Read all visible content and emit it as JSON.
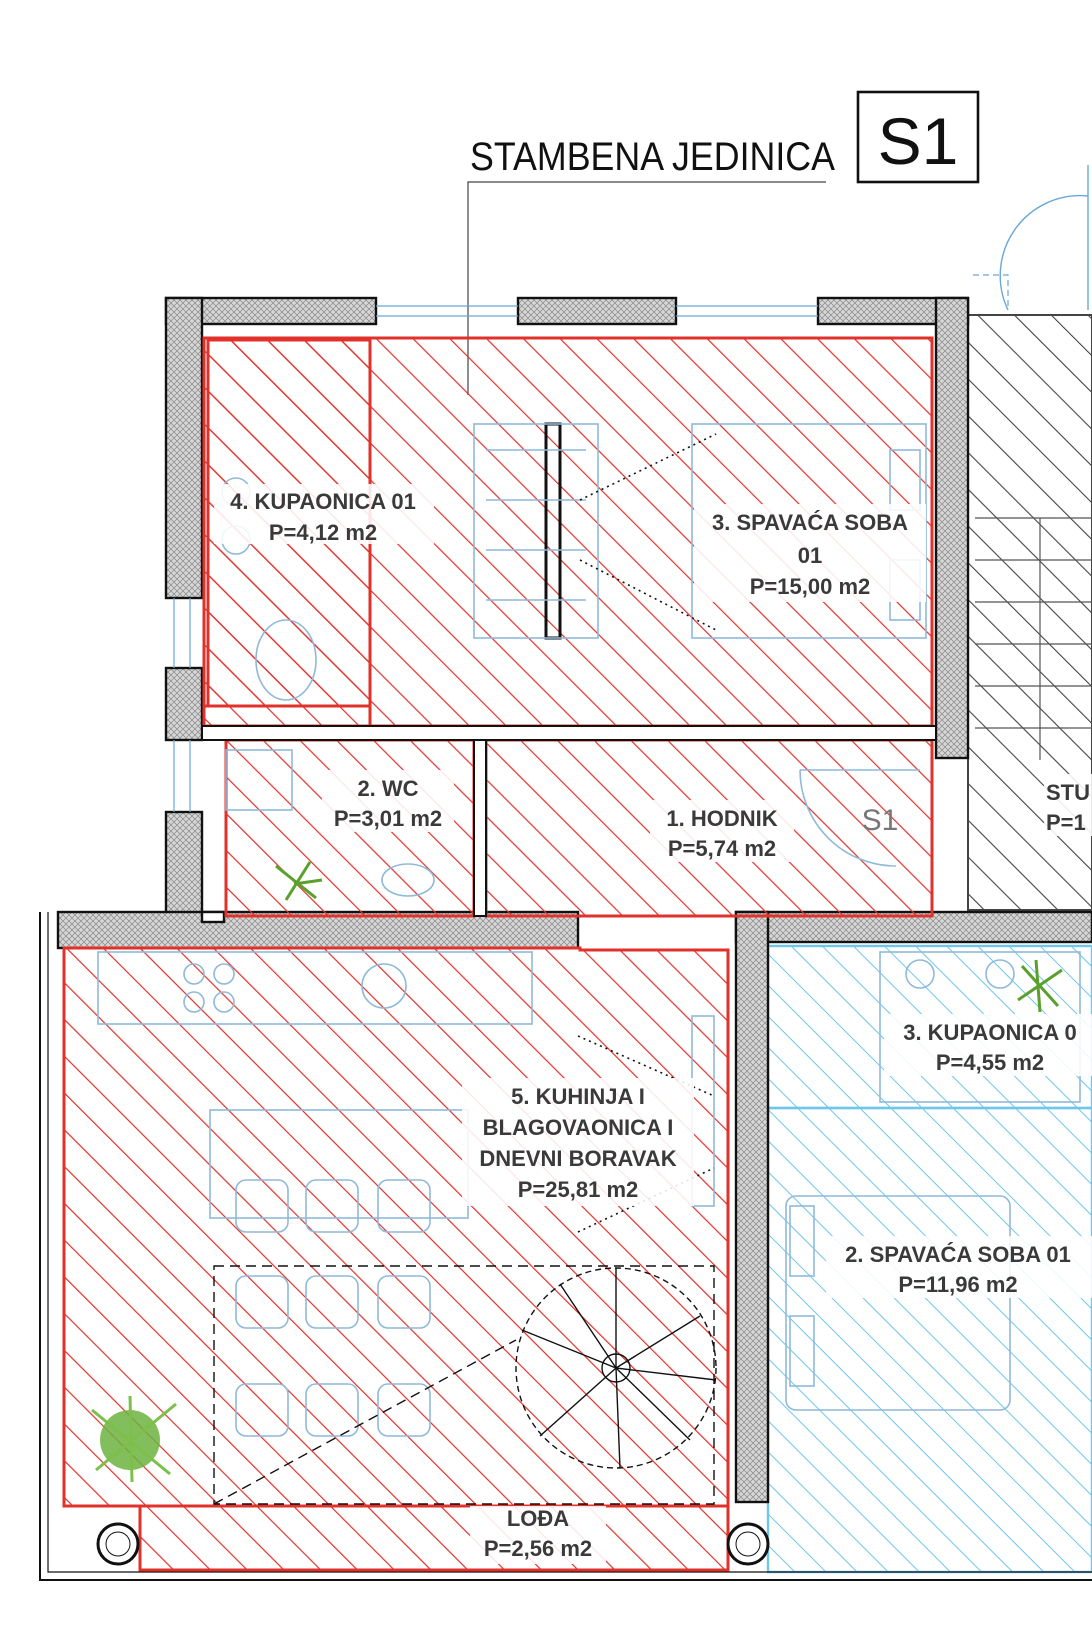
{
  "header": {
    "title": "STAMBENA  JEDINICA",
    "badge": "S1"
  },
  "rooms": [
    {
      "id": "room-4-kupaonica-01",
      "lines": [
        "4. KUPAONICA 01",
        "P=4,12 m2"
      ],
      "color": "#e0322b"
    },
    {
      "id": "room-3-spavaca-soba-01",
      "lines": [
        "3. SPAVAĆA SOBA",
        "01",
        "P=15,00 m2"
      ],
      "color": "#e0322b"
    },
    {
      "id": "room-2-wc",
      "lines": [
        "2. WC",
        "P=3,01 m2"
      ],
      "color": "#e0322b"
    },
    {
      "id": "room-1-hodnik",
      "lines": [
        "1. HODNIK",
        "P=5,74 m2"
      ],
      "color": "#e0322b"
    },
    {
      "id": "room-5-kuhinja",
      "lines": [
        "5. KUHINJA I",
        "BLAGOVAONICA I",
        "DNEVNI BORAVAK",
        "P=25,81 m2"
      ],
      "color": "#e0322b"
    },
    {
      "id": "room-loda",
      "lines": [
        "LOĐA",
        "P=2,56 m2"
      ],
      "color": "#e0322b"
    },
    {
      "id": "room-3-kupaonica-0",
      "lines": [
        "3. KUPAONICA 0",
        "P=4,55 m2"
      ],
      "color": "#6ec6ec"
    },
    {
      "id": "room-2-spavaca-soba-01",
      "lines": [
        "2. SPAVAĆA SOBA 01",
        "P=11,96 m2"
      ],
      "color": "#6ec6ec"
    },
    {
      "id": "room-stubiste-partial",
      "lines": [
        "STU",
        "P=1"
      ],
      "color": "#444444"
    }
  ],
  "door_tag": "S1",
  "colors": {
    "unit_s1": "#e0322b",
    "neighbor_unit": "#6ec6ec",
    "stair_hatch": "#444444",
    "furniture": "#8fb9d8",
    "plant": "#5aa02c"
  }
}
